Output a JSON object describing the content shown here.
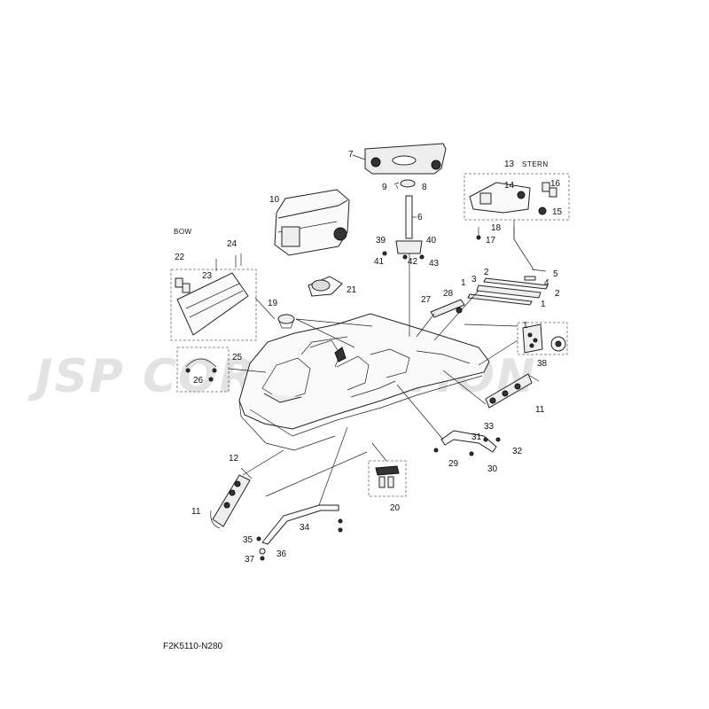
{
  "watermark": "JSP CORPORATION",
  "diagram_code": "F2K5110-N280",
  "bow_label": "BOW",
  "stern_label": "STERN",
  "callouts": {
    "c1a": "1",
    "c1b": "1",
    "c1c": "1",
    "c2a": "2",
    "c2b": "2",
    "c3": "3",
    "c4": "4",
    "c5": "5",
    "c6": "6",
    "c7": "7",
    "c8": "8",
    "c9": "9",
    "c10": "10",
    "c11a": "11",
    "c11b": "11",
    "c12": "12",
    "c13": "13",
    "c14": "14",
    "c15": "15",
    "c16": "16",
    "c17": "17",
    "c18": "18",
    "c19": "19",
    "c20": "20",
    "c21": "21",
    "c22": "22",
    "c23": "23",
    "c24": "24",
    "c25": "25",
    "c26": "26",
    "c27": "27",
    "c28": "28",
    "c29": "29",
    "c30": "30",
    "c31": "31",
    "c32": "32",
    "c33": "33",
    "c34": "34",
    "c35": "35",
    "c36": "36",
    "c37": "37",
    "c38": "38",
    "c39": "39",
    "c40": "40",
    "c41": "41",
    "c42": "42",
    "c43": "43"
  }
}
